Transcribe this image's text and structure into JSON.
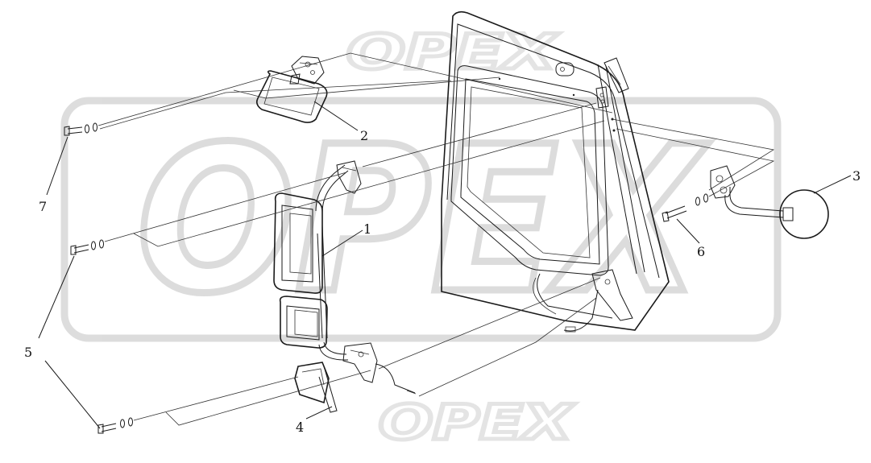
{
  "watermark": {
    "brand": "OPEX",
    "color": "#d9d9d9"
  },
  "callouts": [
    {
      "id": "1",
      "text": "1"
    },
    {
      "id": "2",
      "text": "2"
    },
    {
      "id": "3",
      "text": "3"
    },
    {
      "id": "4",
      "text": "4"
    },
    {
      "id": "5",
      "text": "5"
    },
    {
      "id": "6",
      "text": "6"
    },
    {
      "id": "7",
      "text": "7"
    }
  ],
  "parts": [
    {
      "id": "1",
      "icon": "main-rear-view-mirror-icon"
    },
    {
      "id": "2",
      "icon": "front-view-mirror-icon"
    },
    {
      "id": "3",
      "icon": "round-blind-spot-mirror-icon"
    },
    {
      "id": "4",
      "icon": "mounting-bracket-icon"
    },
    {
      "id": "5",
      "icon": "bolt-with-washers-icon"
    },
    {
      "id": "6",
      "icon": "bolt-with-washers-icon"
    },
    {
      "id": "7",
      "icon": "bolt-with-washers-icon"
    }
  ],
  "colors": {
    "line": "#1a1a1a",
    "background": "#ffffff"
  }
}
